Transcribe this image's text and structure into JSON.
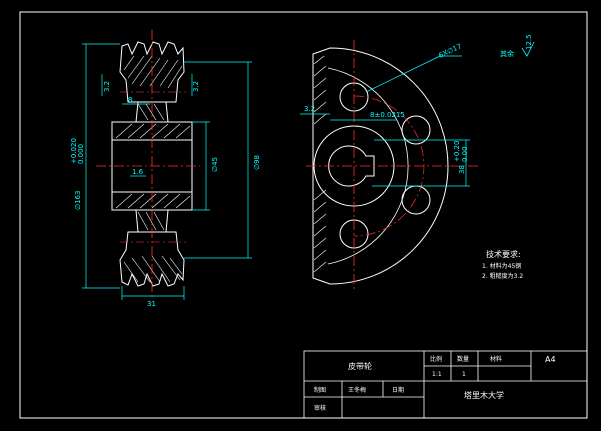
{
  "drawing": {
    "rough_label": "其余",
    "rough_value": "12.5",
    "bolt_holes": "6X∅17",
    "key_width": "8±0.0215",
    "key_depth": "38",
    "key_depth_tol_upper": "+0.20",
    "key_depth_tol_lower": "0.00",
    "dia_outer": "∅163",
    "dia_outer_tol_upper": "+0.020",
    "dia_outer_tol_lower": "0.000",
    "dia_hub": "∅45",
    "dia_mid": "∅98",
    "width_31": "31",
    "dim_8": "8",
    "rough_32_a": "3.2",
    "rough_32_b": "3.2",
    "rough_32_c": "3.2",
    "rough_16": "1.6"
  },
  "tech_req": {
    "title": "技术要求:",
    "items": [
      "1. 材料为45钢",
      "2. 粗糙度为3.2"
    ]
  },
  "title_block": {
    "part_name": "皮带轮",
    "scale_label": "比例",
    "qty_label": "数量",
    "material_label": "材料",
    "sheet_size": "A4",
    "scale_value": "1:1",
    "qty_value": "1",
    "drawn_label": "制图",
    "drawn_by": "王冬梅",
    "date_label": "日期",
    "check_label": "审核",
    "school": "塔里木大学"
  }
}
